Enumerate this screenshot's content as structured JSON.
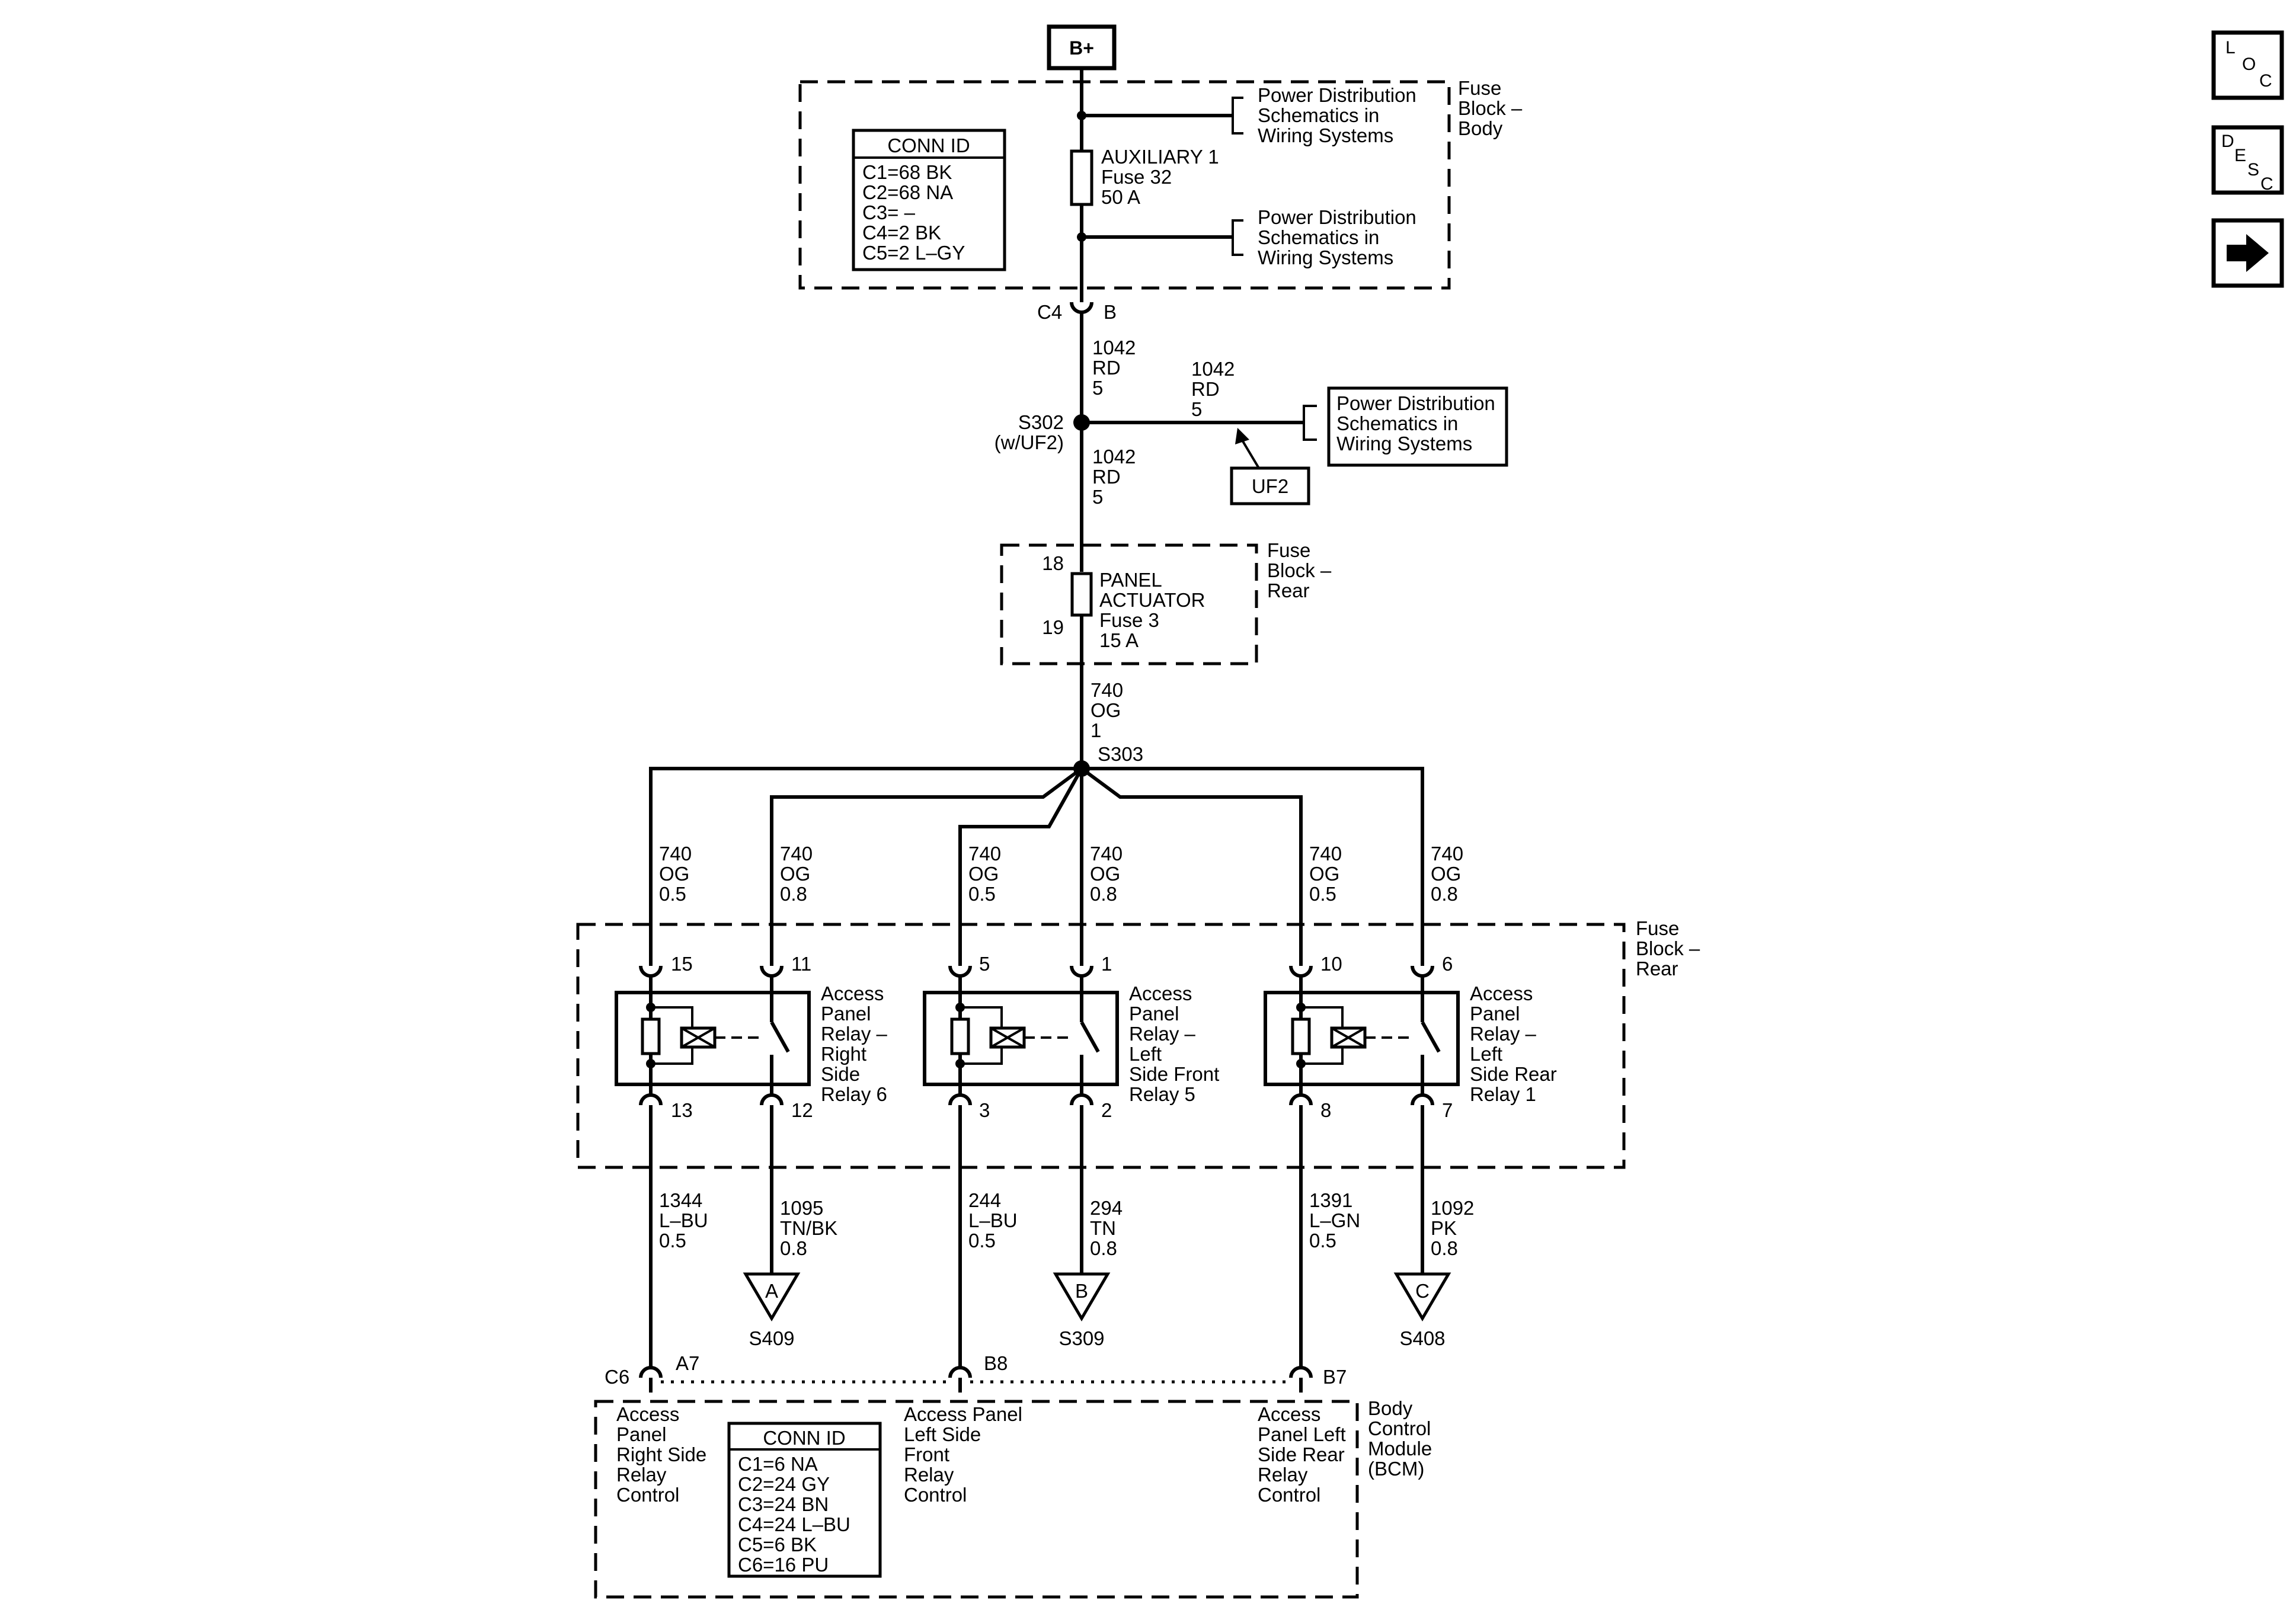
{
  "power": {
    "b_plus": "B+"
  },
  "fuse_block_body": {
    "label": [
      "Fuse",
      "Block –",
      "Body"
    ],
    "conn_id_title": "CONN ID",
    "conn_ids": [
      "C1=68 BK",
      "C2=68 NA",
      "C3= –",
      "C4=2 BK",
      "C5=2 L–GY"
    ],
    "fuse_lines": [
      "AUXILIARY 1",
      "Fuse 32",
      "50 A"
    ],
    "ref_top": [
      "Power Distribution",
      "Schematics in",
      "Wiring Systems"
    ],
    "ref_bottom": [
      "Power Distribution",
      "Schematics in",
      "Wiring Systems"
    ],
    "connector": "C4",
    "pin": "B"
  },
  "wire_1042_a": [
    "1042",
    "RD",
    "5"
  ],
  "wire_1042_b": [
    "1042",
    "RD",
    "5"
  ],
  "wire_1042_c": [
    "1042",
    "RD",
    "5"
  ],
  "splice_s302": [
    "S302",
    "(w/UF2)"
  ],
  "ref_s302": [
    "Power Distribution",
    "Schematics in",
    "Wiring Systems"
  ],
  "option_uf2": "UF2",
  "fuse_block_rear_top": {
    "label": [
      "Fuse",
      "Block –",
      "Rear"
    ],
    "pin_in": "18",
    "pin_out": "19",
    "fuse_lines": [
      "PANEL",
      "ACTUATOR",
      "Fuse 3",
      "15 A"
    ]
  },
  "wire_740_main": [
    "740",
    "OG",
    "1"
  ],
  "splice_s303": "S303",
  "branch_wires": [
    [
      "740",
      "OG",
      "0.5"
    ],
    [
      "740",
      "OG",
      "0.8"
    ],
    [
      "740",
      "OG",
      "0.5"
    ],
    [
      "740",
      "OG",
      "0.8"
    ],
    [
      "740",
      "OG",
      "0.5"
    ],
    [
      "740",
      "OG",
      "0.8"
    ]
  ],
  "fuse_block_rear_relays": {
    "label": [
      "Fuse",
      "Block –",
      "Rear"
    ],
    "relays": [
      {
        "pins_top": [
          "15",
          "11"
        ],
        "pins_bottom": [
          "13",
          "12"
        ],
        "name": [
          "Access",
          "Panel",
          "Relay –",
          "Right",
          "Side",
          "Relay 6"
        ]
      },
      {
        "pins_top": [
          "5",
          "1"
        ],
        "pins_bottom": [
          "3",
          "2"
        ],
        "name": [
          "Access",
          "Panel",
          "Relay –",
          "Left",
          "Side Front",
          "Relay 5"
        ]
      },
      {
        "pins_top": [
          "10",
          "6"
        ],
        "pins_bottom": [
          "8",
          "7"
        ],
        "name": [
          "Access",
          "Panel",
          "Relay –",
          "Left",
          "Side Rear",
          "Relay 1"
        ]
      }
    ]
  },
  "out_wires": [
    [
      "1344",
      "L–BU",
      "0.5"
    ],
    [
      "1095",
      "TN/BK",
      "0.8"
    ],
    [
      "244",
      "L–BU",
      "0.5"
    ],
    [
      "294",
      "TN",
      "0.8"
    ],
    [
      "1391",
      "L–GN",
      "0.5"
    ],
    [
      "1092",
      "PK",
      "0.8"
    ]
  ],
  "ground_refs": [
    {
      "letter": "A",
      "splice": "S409"
    },
    {
      "letter": "B",
      "splice": "S309"
    },
    {
      "letter": "C",
      "splice": "S408"
    }
  ],
  "bcm": {
    "label": [
      "Body",
      "Control",
      "Module",
      "(BCM)"
    ],
    "connector": "C6",
    "pins": [
      "A7",
      "B8",
      "B7"
    ],
    "inputs": [
      [
        "Access",
        "Panel",
        "Right Side",
        "Relay",
        "Control"
      ],
      [
        "Access Panel",
        "Left Side",
        "Front",
        "Relay",
        "Control"
      ],
      [
        "Access",
        "Panel Left",
        "Side Rear",
        "Relay",
        "Control"
      ]
    ],
    "conn_id_title": "CONN ID",
    "conn_ids": [
      "C1=6 NA",
      "C2=24 GY",
      "C3=24 BN",
      "C4=24 L–BU",
      "C5=6 BK",
      "C6=16 PU"
    ]
  },
  "nav": {
    "loc": [
      "L",
      "O",
      "C"
    ],
    "desc": [
      "D",
      "E",
      "S",
      "C"
    ],
    "next_icon": "arrow-right-icon"
  }
}
